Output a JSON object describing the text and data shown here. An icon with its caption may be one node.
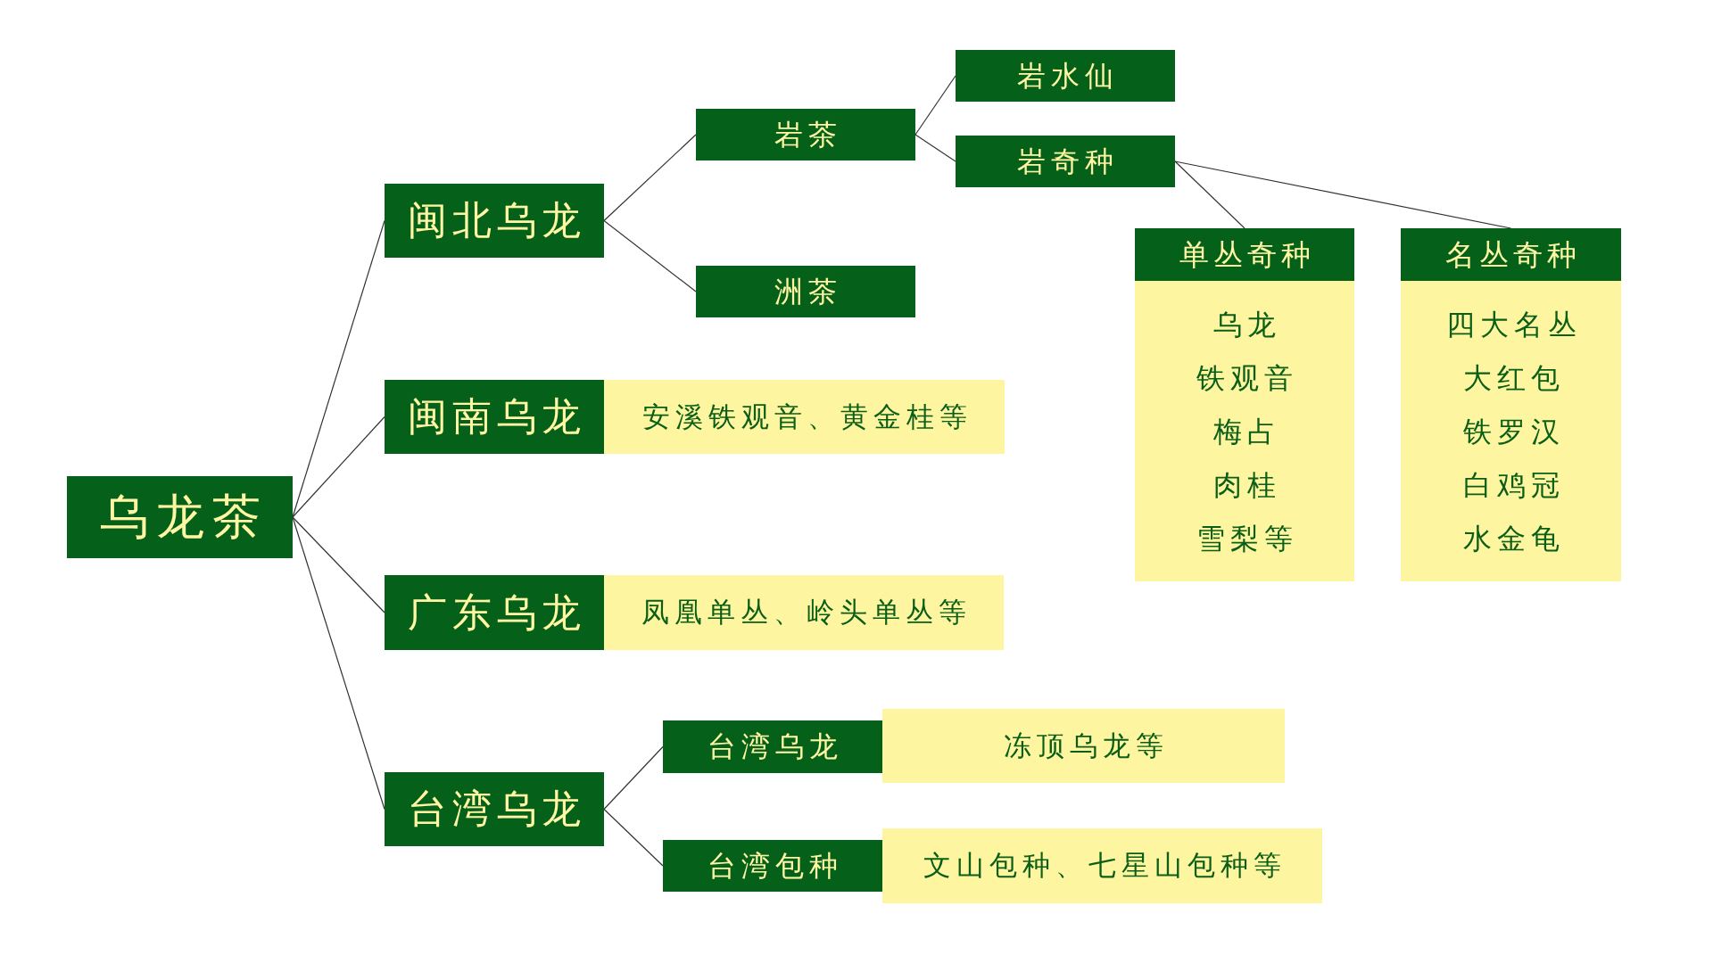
{
  "diagram": {
    "nodes": [
      {
        "text": [
          "乌龙茶"
        ]
      },
      {
        "text": [
          "闽北乌龙"
        ]
      },
      {
        "text": [
          "岩茶"
        ]
      },
      {
        "text": [
          "岩水仙"
        ]
      },
      {
        "text": [
          "岩奇种"
        ]
      },
      {
        "text": [
          "单丛奇种",
          "乌龙",
          "铁观音",
          "梅占",
          "肉桂",
          "雪梨等"
        ]
      },
      {
        "text": [
          "名丛奇种",
          "四大名丛",
          "大红包",
          "铁罗汉",
          "白鸡冠",
          "水金龟"
        ]
      },
      {
        "text": [
          "洲茶"
        ]
      },
      {
        "text": [
          "闽南乌龙"
        ]
      },
      {
        "text": [
          "安溪铁观音、黄金桂等"
        ]
      },
      {
        "text": [
          "广东乌龙"
        ]
      },
      {
        "text": [
          "凤凰单丛、岭头单丛等"
        ]
      },
      {
        "text": [
          "台湾乌龙"
        ]
      },
      {
        "text": [
          "台湾乌龙"
        ]
      },
      {
        "text": [
          "冻顶乌龙等"
        ]
      },
      {
        "text": [
          "台湾包种"
        ]
      },
      {
        "text": [
          "文山包种、七星山包种等"
        ]
      }
    ],
    "edges": [
      {
        "from": 0,
        "to": 1,
        "arrow": "none"
      },
      {
        "from": 0,
        "to": 8,
        "arrow": "none"
      },
      {
        "from": 0,
        "to": 10,
        "arrow": "none"
      },
      {
        "from": 0,
        "to": 12,
        "arrow": "none"
      },
      {
        "from": 1,
        "to": 2,
        "arrow": "none"
      },
      {
        "from": 1,
        "to": 7,
        "arrow": "none"
      },
      {
        "from": 2,
        "to": 3,
        "arrow": "none"
      },
      {
        "from": 2,
        "to": 4,
        "arrow": "none"
      },
      {
        "from": 4,
        "to": 5,
        "arrow": "none"
      },
      {
        "from": 4,
        "to": 6,
        "arrow": "none"
      },
      {
        "from": 12,
        "to": 13,
        "arrow": "none"
      },
      {
        "from": 12,
        "to": 15,
        "arrow": "none"
      }
    ]
  }
}
